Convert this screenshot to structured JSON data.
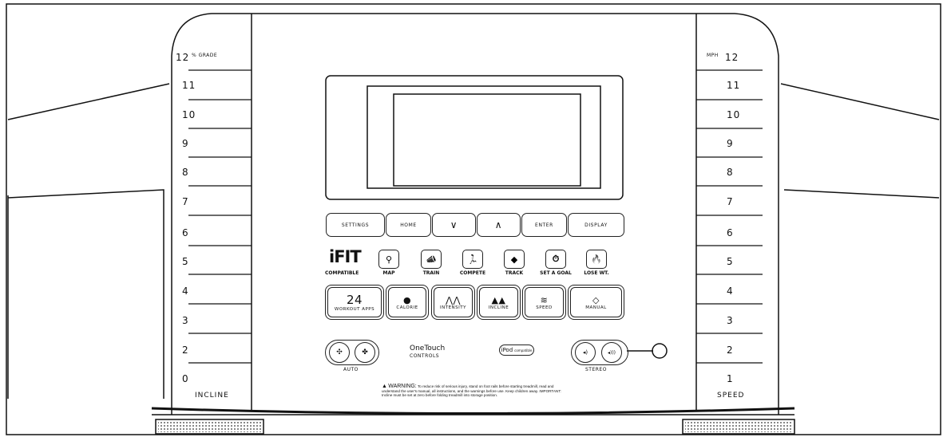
{
  "incline": {
    "unit": "% GRADE",
    "label": "INCLINE",
    "values": [
      "12",
      "11",
      "10",
      "9",
      "8",
      "7",
      "6",
      "5",
      "4",
      "3",
      "2",
      "0"
    ]
  },
  "speed": {
    "unit": "MPH",
    "label": "SPEED",
    "values": [
      "12",
      "11",
      "10",
      "9",
      "8",
      "7",
      "6",
      "5",
      "4",
      "3",
      "2",
      "1"
    ]
  },
  "nav_buttons": [
    "SETTINGS",
    "HOME",
    "∨",
    "∧",
    "ENTER",
    "DISPLAY"
  ],
  "ifit": {
    "logo": "iFIT",
    "sub": "COMPATIBLE",
    "buttons": [
      {
        "label": "MAP",
        "icon": "map-pin-icon",
        "glyph": "⚲"
      },
      {
        "label": "TRAIN",
        "icon": "trainer-megaphone-icon",
        "glyph": "📣"
      },
      {
        "label": "COMPETE",
        "icon": "runner-icon",
        "glyph": "🏃"
      },
      {
        "label": "TRACK",
        "icon": "track-arrows-icon",
        "glyph": "◆"
      },
      {
        "label": "SET A GOAL",
        "icon": "stopwatch-icon",
        "glyph": "⏱"
      },
      {
        "label": "LOSE WT.",
        "icon": "flame-icon",
        "glyph": "🔥"
      }
    ]
  },
  "workout_buttons": [
    {
      "top": "24",
      "label": "WORKOUT APPS"
    },
    {
      "top": "●",
      "label": "CALORIE",
      "icon": "calorie-burger-icon"
    },
    {
      "top": "⋀⋀",
      "label": "INTENSITY",
      "icon": "intensity-peaks-icon"
    },
    {
      "top": "▲▲",
      "label": "INCLINE",
      "icon": "incline-mountain-icon"
    },
    {
      "top": "≋",
      "label": "SPEED",
      "icon": "winged-foot-icon"
    },
    {
      "top": "◇",
      "label": "MANUAL",
      "icon": "diamond-icon"
    }
  ],
  "fan": {
    "label": "AUTO",
    "low": "✣",
    "high": "✤"
  },
  "onetouch": {
    "line1": "OneTouch",
    "line2": "CONTROLS"
  },
  "ipod": {
    "brand": "iPod",
    "sub": "compatible"
  },
  "stereo": {
    "label": "STEREO",
    "down": "◂)",
    "up": "◂)))"
  },
  "warning": {
    "title": "WARNING:",
    "text": "To reduce risk of serious injury, stand on foot rails before starting treadmill, read and understand the user's manual, all instructions, and the warnings before use. Keep children away. IMPORTANT: Incline must be set at zero before folding treadmill into storage position."
  }
}
